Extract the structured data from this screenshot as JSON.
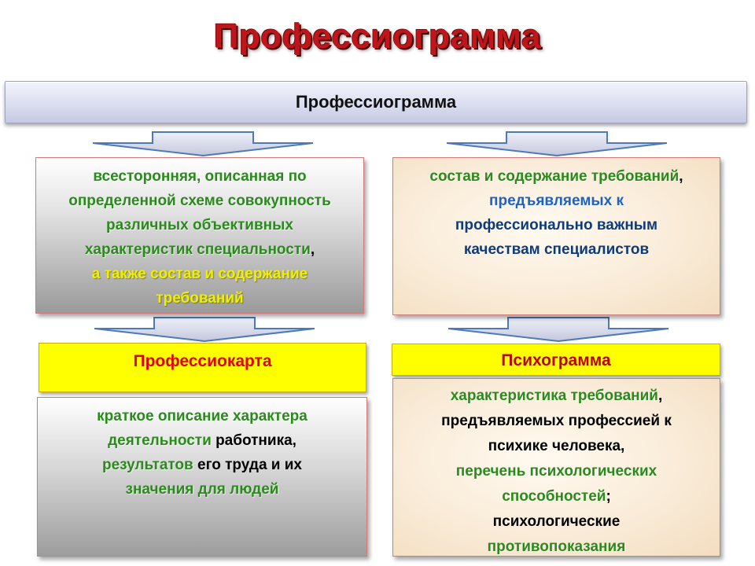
{
  "title": "Профессиограмма",
  "header_bar": "Профессиограмма",
  "box_left_top": {
    "line1": "всесторонняя, описанная по",
    "line2": "определенной схеме совокупность",
    "line3": "различных объективных",
    "line4": "характеристик специальности",
    "line4_suffix": ",",
    "line5": "а также состав и содержание",
    "line6": "требований"
  },
  "box_right_top": {
    "line1": "состав и содержание требований",
    "line1_suffix": ",",
    "line2": "предъявляемых к",
    "line3": "профессионально важным",
    "line4": "качествам специалистов"
  },
  "bar_left": "Профессиокарта",
  "bar_right": "Психограмма",
  "box_left_bottom": {
    "line1": "краткое описание характера",
    "line2a": "деятельности",
    "line2b": "работника,",
    "line3a": "результатов",
    "line3b": "его труда",
    "line3c": "и их",
    "line4": "значения для людей"
  },
  "box_right_bottom": {
    "line1": "характеристика требований",
    "line1_suffix": ",",
    "line2": "предъявляемых профессией к",
    "line3": "психике человека,",
    "line4": "перечень психологических",
    "line5": "способностей",
    "line5_suffix": ";",
    "line6": "психологические",
    "line7": "противопоказания"
  },
  "colors": {
    "title": "#c0161b",
    "green_text": "#2b8a1d",
    "yellow_text": "#f0ef00",
    "blue_text": "#1b63c9",
    "bar_fill": "#ffff00",
    "bar_text": "#e30000"
  }
}
